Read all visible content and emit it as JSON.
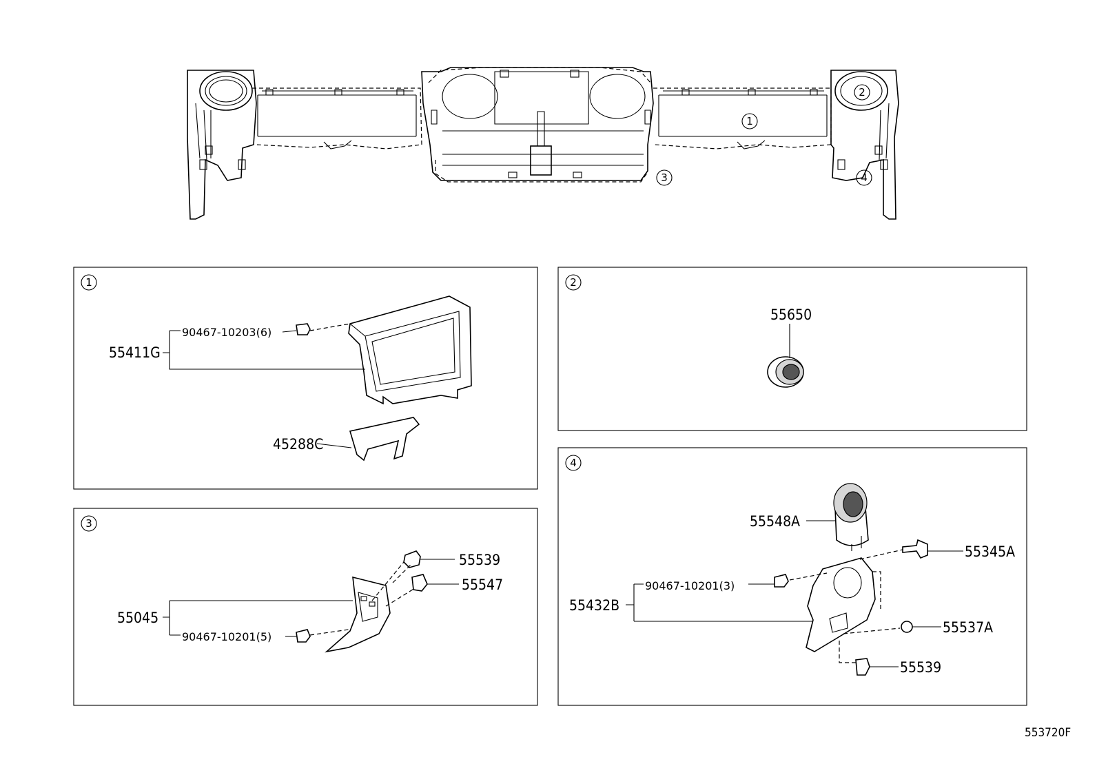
{
  "overview": {
    "callouts": [
      "1",
      "2",
      "3",
      "4"
    ]
  },
  "panels": [
    {
      "id": "1",
      "parts": {
        "p55411G": "55411G",
        "p90467_10203": "90467-10203(6)",
        "p45288C": "45288C"
      }
    },
    {
      "id": "2",
      "parts": {
        "p55650": "55650"
      }
    },
    {
      "id": "3",
      "parts": {
        "p55539": "55539",
        "p55547": "55547",
        "p55045": "55045",
        "p90467_10201_5": "90467-10201(5)"
      }
    },
    {
      "id": "4",
      "parts": {
        "p55548A": "55548A",
        "p55345A": "55345A",
        "p90467_10201_3": "90467-10201(3)",
        "p55432B": "55432B",
        "p55537A": "55537A",
        "p55539": "55539"
      }
    }
  ],
  "figure_code": "553720F"
}
